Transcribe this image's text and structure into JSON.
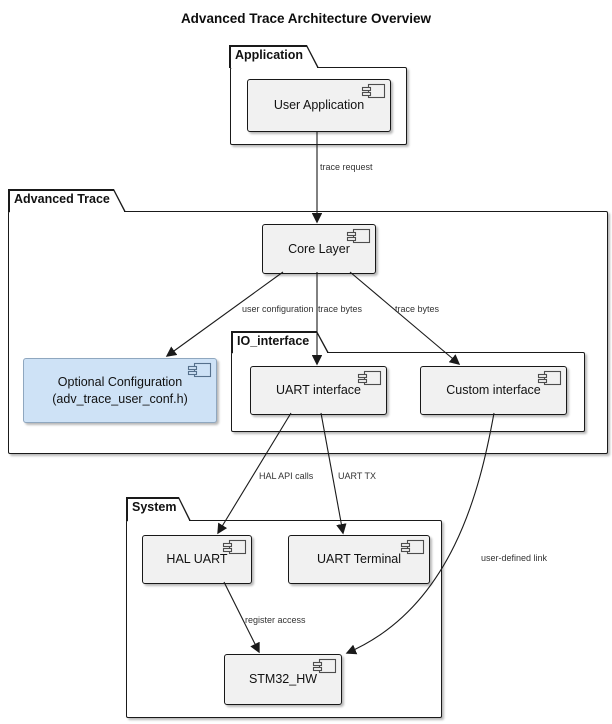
{
  "title": "Advanced Trace Architecture Overview",
  "packages": {
    "application": {
      "label": "Application"
    },
    "advanced_trace": {
      "label": "Advanced Trace"
    },
    "io_interface": {
      "label": "IO_interface"
    },
    "system": {
      "label": "System"
    }
  },
  "components": {
    "user_application": {
      "label": "User Application"
    },
    "core_layer": {
      "label": "Core Layer"
    },
    "optional_configuration": {
      "label_line1": "Optional Configuration",
      "label_line2": "(adv_trace_user_conf.h)"
    },
    "uart_interface": {
      "label": "UART interface"
    },
    "custom_interface": {
      "label": "Custom interface"
    },
    "hal_uart": {
      "label": "HAL UART"
    },
    "uart_terminal": {
      "label": "UART Terminal"
    },
    "stm32_hw": {
      "label": "STM32_HW"
    }
  },
  "edges": {
    "trace_request": {
      "label": "trace request",
      "from": "User Application",
      "to": "Core Layer"
    },
    "user_configuration": {
      "label": "user configuration",
      "from": "Core Layer",
      "to": "Optional Configuration"
    },
    "trace_bytes_uart": {
      "label": "trace bytes",
      "from": "Core Layer",
      "to": "UART interface"
    },
    "trace_bytes_custom": {
      "label": "trace bytes",
      "from": "Core Layer",
      "to": "Custom interface"
    },
    "hal_api_calls": {
      "label": "HAL API calls",
      "from": "UART interface",
      "to": "HAL UART"
    },
    "uart_tx": {
      "label": "UART TX",
      "from": "UART interface",
      "to": "UART Terminal"
    },
    "register_access": {
      "label": "register access",
      "from": "HAL UART",
      "to": "STM32_HW"
    },
    "user_defined_link": {
      "label": "user-defined link",
      "from": "Custom interface",
      "to": "STM32_HW"
    }
  },
  "colors": {
    "component_fill": "#F1F1F1",
    "component_border": "#181818",
    "highlight_fill": "#CEE2F6",
    "highlight_border": "#8FA7BF",
    "line": "#1A1A1A"
  }
}
